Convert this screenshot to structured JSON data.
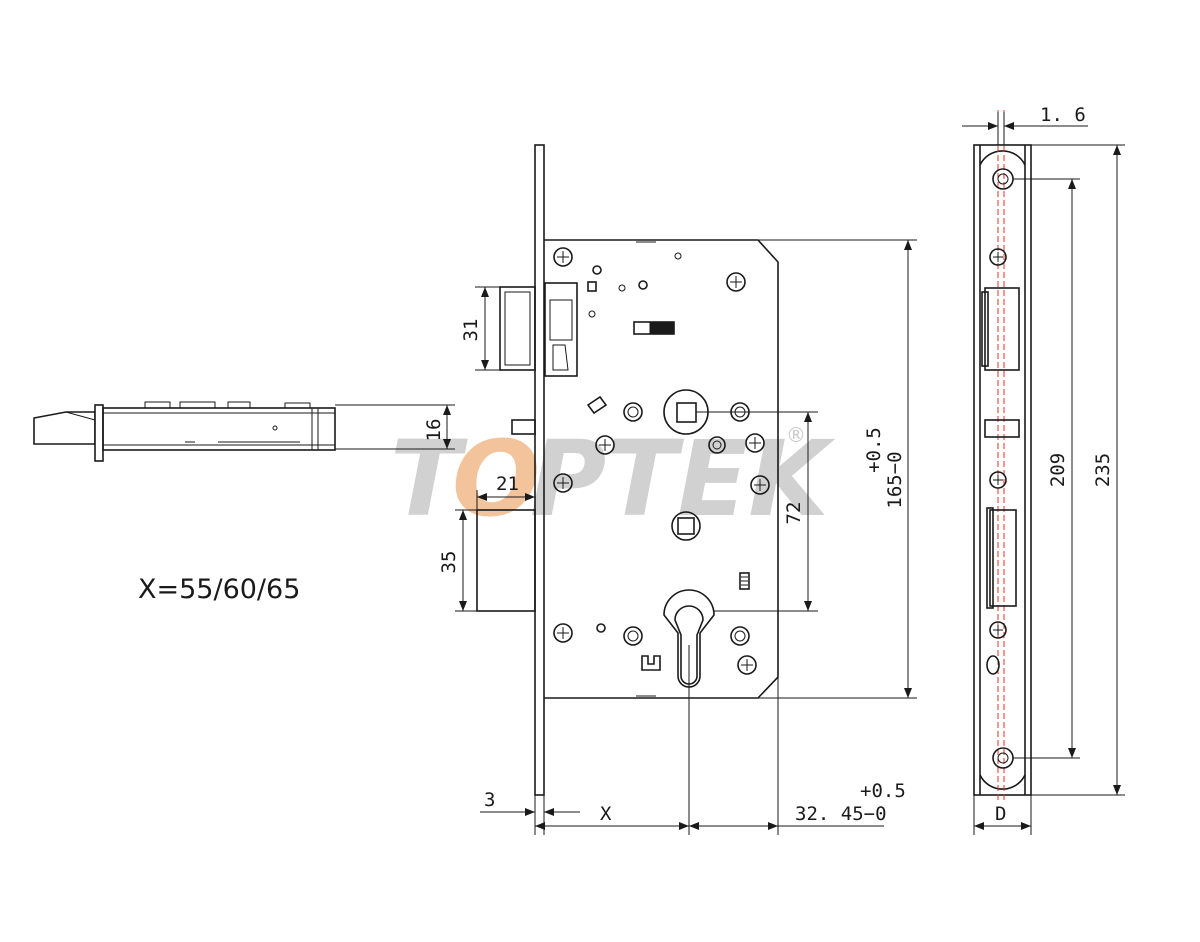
{
  "brand": {
    "watermark": "TOPTEK",
    "watermark_first": "T",
    "watermark_accent": "O",
    "watermark_rest": "PTEK",
    "registered_mark": "®",
    "accent_color": "#f2b98a",
    "watermark_color": "#c9c9c9"
  },
  "note": "X=55/60/65",
  "dimensions": {
    "side_16": "16",
    "front_31": "31",
    "front_21": "21",
    "front_35": "35",
    "front_72": "72",
    "front_height_tol": "+0.5",
    "front_height": "165−0",
    "front_3": "3",
    "front_x": "X",
    "front_bottom_tol": "+0.5",
    "front_bottom": "32. 45−0",
    "plate_1_6": "1. 6",
    "plate_209": "209",
    "plate_235": "235",
    "plate_d": "D"
  },
  "colors": {
    "line": "#1a1a1a",
    "centerline": "#e0302a"
  }
}
